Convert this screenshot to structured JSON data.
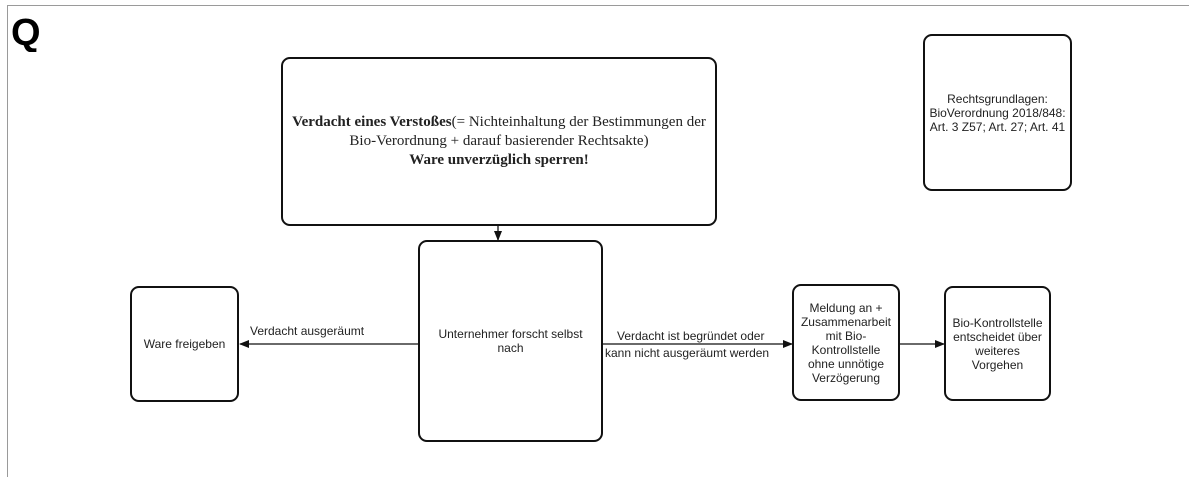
{
  "corner_mark": "Q",
  "nodes": {
    "suspicion": {
      "line1_bold": "Verdacht eines Verstoßes",
      "line1_rest": "(= Nichteinhaltung der Bestimmungen der",
      "line2": "Bio-Verordnung + darauf basierender Rechtsakte)",
      "line3": "Ware unverzüglich sperren!"
    },
    "legal_basis": {
      "line1": "Rechtsgrundlagen:",
      "line2": "BioVerordnung 2018/848:",
      "line3": "Art. 3 Z57; Art. 27; Art. 41"
    },
    "investigate": {
      "line1": "Unternehmer forscht selbst",
      "line2": "nach"
    },
    "release": {
      "line1": "Ware freigeben"
    },
    "report": {
      "line1": "Meldung an +",
      "line2": "Zusammenarbeit",
      "line3": "mit Bio-",
      "line4": "Kontrollstelle",
      "line5": "ohne unnötige",
      "line6": "Verzögerung"
    },
    "decides": {
      "line1": "Bio-Kontrollstelle",
      "line2": "entscheidet über",
      "line3": "weiteres",
      "line4": "Vorgehen"
    }
  },
  "edge_labels": {
    "cleared": "Verdacht ausgeräumt",
    "justified_line1": "Verdacht ist begründet oder",
    "justified_line2": "kann nicht ausgeräumt werden"
  }
}
